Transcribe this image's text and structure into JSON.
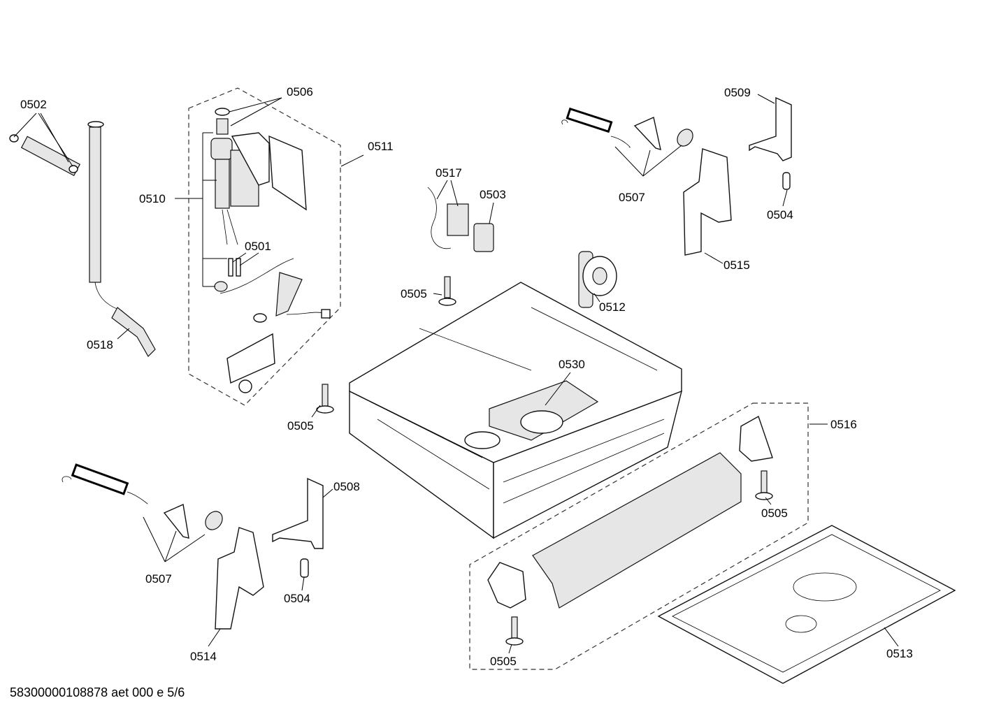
{
  "document_id": "58300000108878 aet 000 e 5/6",
  "labels": {
    "l0502": "0502",
    "l0506": "0506",
    "l0511": "0511",
    "l0510": "0510",
    "l0501": "0501",
    "l0518": "0518",
    "l0517": "0517",
    "l0503": "0503",
    "l0505a": "0505",
    "l0505b": "0505",
    "l0505c": "0505",
    "l0505d": "0505",
    "l0507a": "0507",
    "l0507b": "0507",
    "l0509": "0509",
    "l0504a": "0504",
    "l0504b": "0504",
    "l0515": "0515",
    "l0512": "0512",
    "l0530": "0530",
    "l0516": "0516",
    "l0508": "0508",
    "l0514": "0514",
    "l0513": "0513"
  }
}
